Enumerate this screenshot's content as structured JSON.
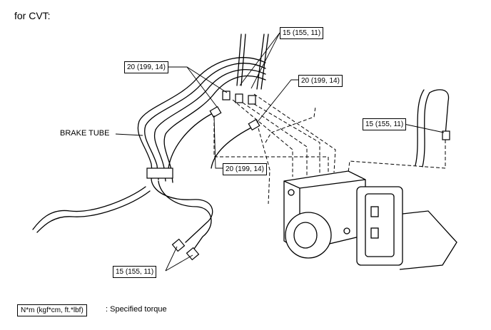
{
  "caption": "for CVT:",
  "callouts": {
    "torque_top_right_group": "15 (155, 11)",
    "torque_top_left_flare": "20 (199, 14)",
    "torque_mid_flare": "20 (199, 14)",
    "torque_lower_mid_flare": "20 (199, 14)",
    "torque_right_fitting": "15 (155, 11)",
    "torque_bottom_fittings": "15 (155, 11)"
  },
  "labels": {
    "brake_tube": "BRAKE TUBE"
  },
  "legend": {
    "unit_box": "N*m (kgf*cm, ft.*lbf)",
    "description": ": Specified torque"
  }
}
